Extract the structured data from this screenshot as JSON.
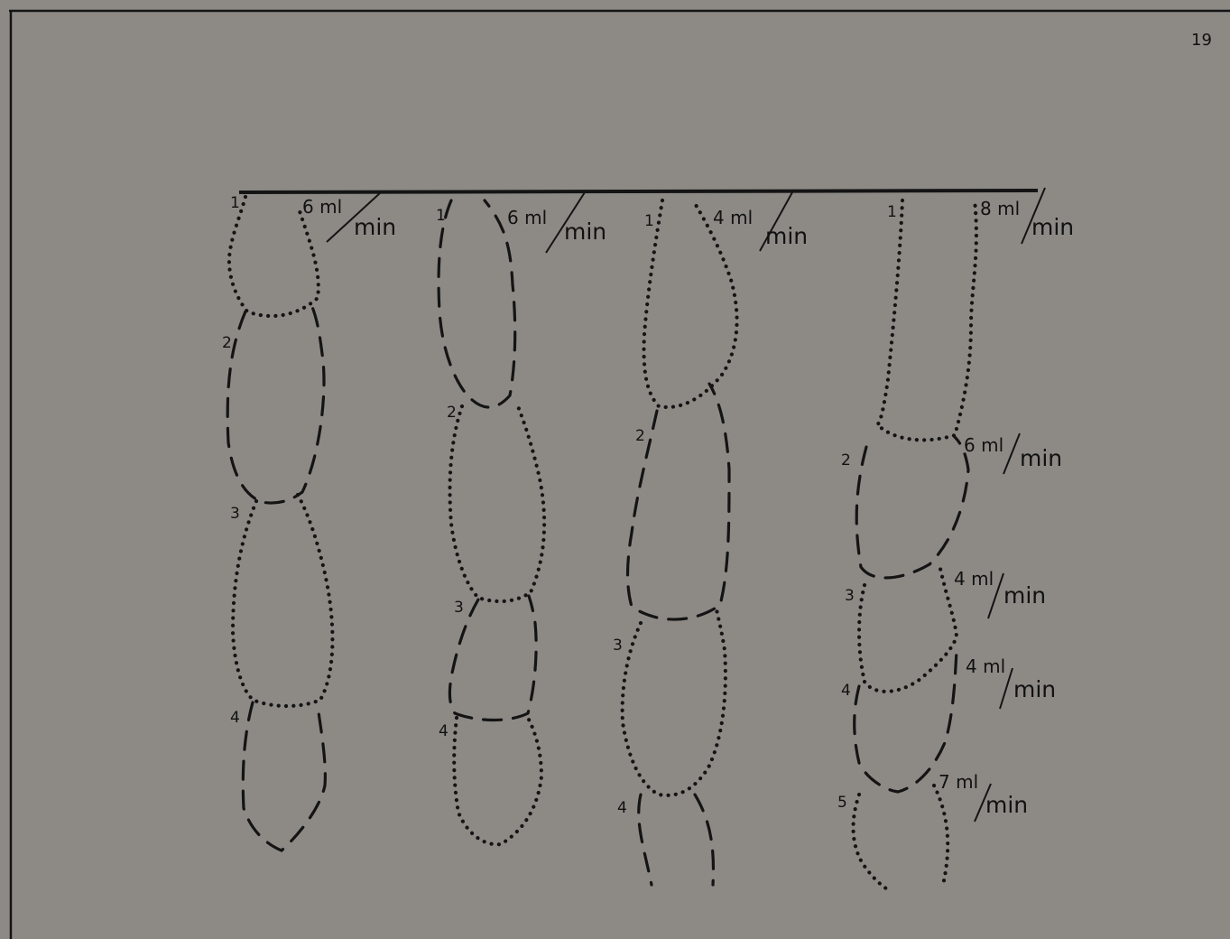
{
  "page_number": "19",
  "columns": [
    {
      "segment_labels": [
        "1",
        "2",
        "3",
        "4"
      ],
      "flow_rates": [
        {
          "value": "6 ml",
          "unit": "min"
        }
      ]
    },
    {
      "segment_labels": [
        "1",
        "2",
        "3",
        "4"
      ],
      "flow_rates": [
        {
          "value": "6 ml",
          "unit": "min"
        }
      ]
    },
    {
      "segment_labels": [
        "1",
        "2",
        "3",
        "4"
      ],
      "flow_rates": [
        {
          "value": "4 ml",
          "unit": "min"
        }
      ]
    },
    {
      "segment_labels": [
        "1",
        "2",
        "3",
        "4",
        "5"
      ],
      "flow_rates": [
        {
          "value": "8 ml",
          "unit": "min"
        },
        {
          "value": "6 ml",
          "unit": "min"
        },
        {
          "value": "4 ml",
          "unit": "min"
        },
        {
          "value": "4 ml",
          "unit": "min"
        },
        {
          "value": "7 ml",
          "unit": "min"
        }
      ]
    }
  ],
  "line_styles": [
    "dotted",
    "dashed"
  ],
  "colors": {
    "background": "#8d8a86",
    "ink": "#141414"
  }
}
